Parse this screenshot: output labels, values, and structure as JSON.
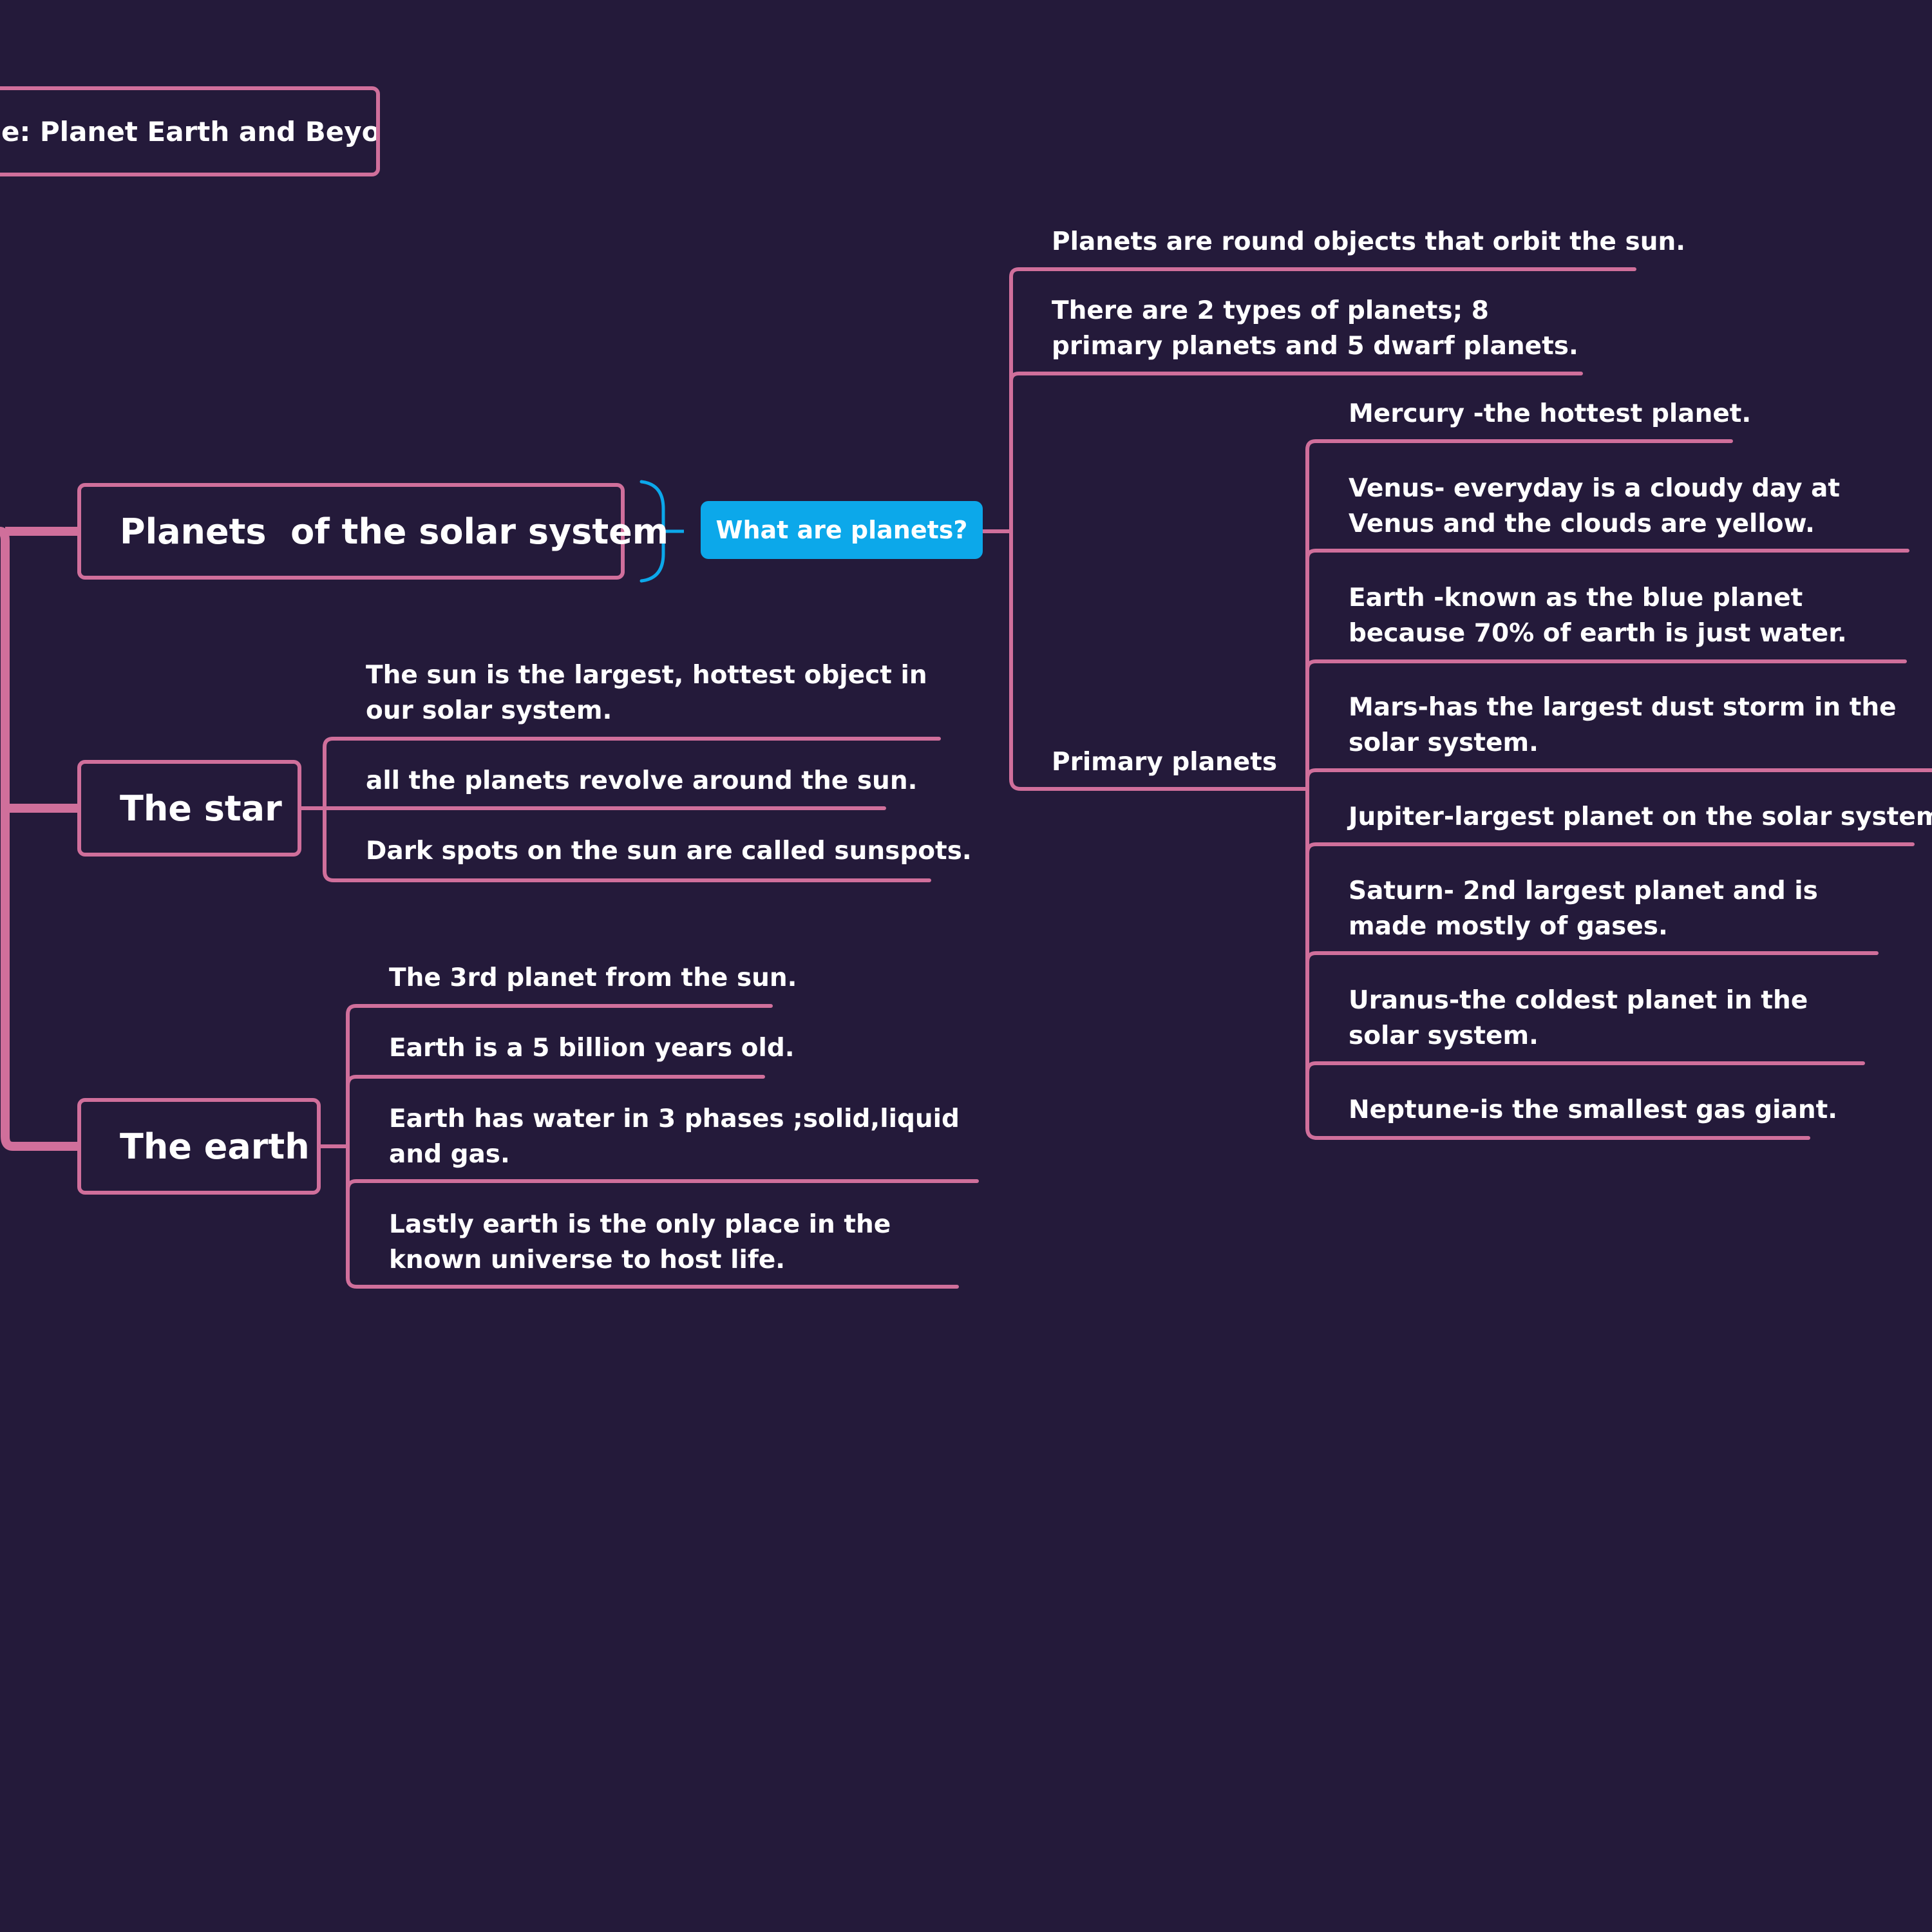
{
  "colors": {
    "background": "#241a3a",
    "branch": "#d06f9b",
    "callout": "#0ca8ea",
    "text": "#ffffff"
  },
  "title": "e: Planet Earth and Beyond",
  "topics": {
    "planets": {
      "label": "Planets  of the solar system",
      "callout": "What are planets?",
      "facts": [
        "Planets are round objects that orbit the sun.",
        "There are 2 types of planets;  8 primary planets and 5 dwarf planets."
      ],
      "primary_label": "Primary planets",
      "primary_planets": [
        "Mercury -the hottest planet.",
        "Venus- everyday is a cloudy day at Venus and the clouds are yellow.",
        "Earth -known as the blue planet because 70% of earth is just water.",
        "Mars-has the largest dust storm in the solar system.",
        "Jupiter-largest planet on the solar system.",
        "Saturn- 2nd largest planet and is made mostly of gases.",
        "Uranus-the coldest planet in the solar system.",
        "Neptune-is the smallest gas giant."
      ]
    },
    "star": {
      "label": "The star",
      "facts": [
        "The sun is the largest, hottest object in our solar system.",
        "all the planets revolve around the sun.",
        "Dark spots on the sun are called sunspots."
      ]
    },
    "earth": {
      "label": "The earth",
      "facts": [
        "The 3rd planet from the sun.",
        "Earth is a 5 billion years old.",
        "Earth has water in 3 phases ;solid,liquid and gas.",
        "Lastly earth is the only place in the known universe to host life."
      ]
    }
  }
}
